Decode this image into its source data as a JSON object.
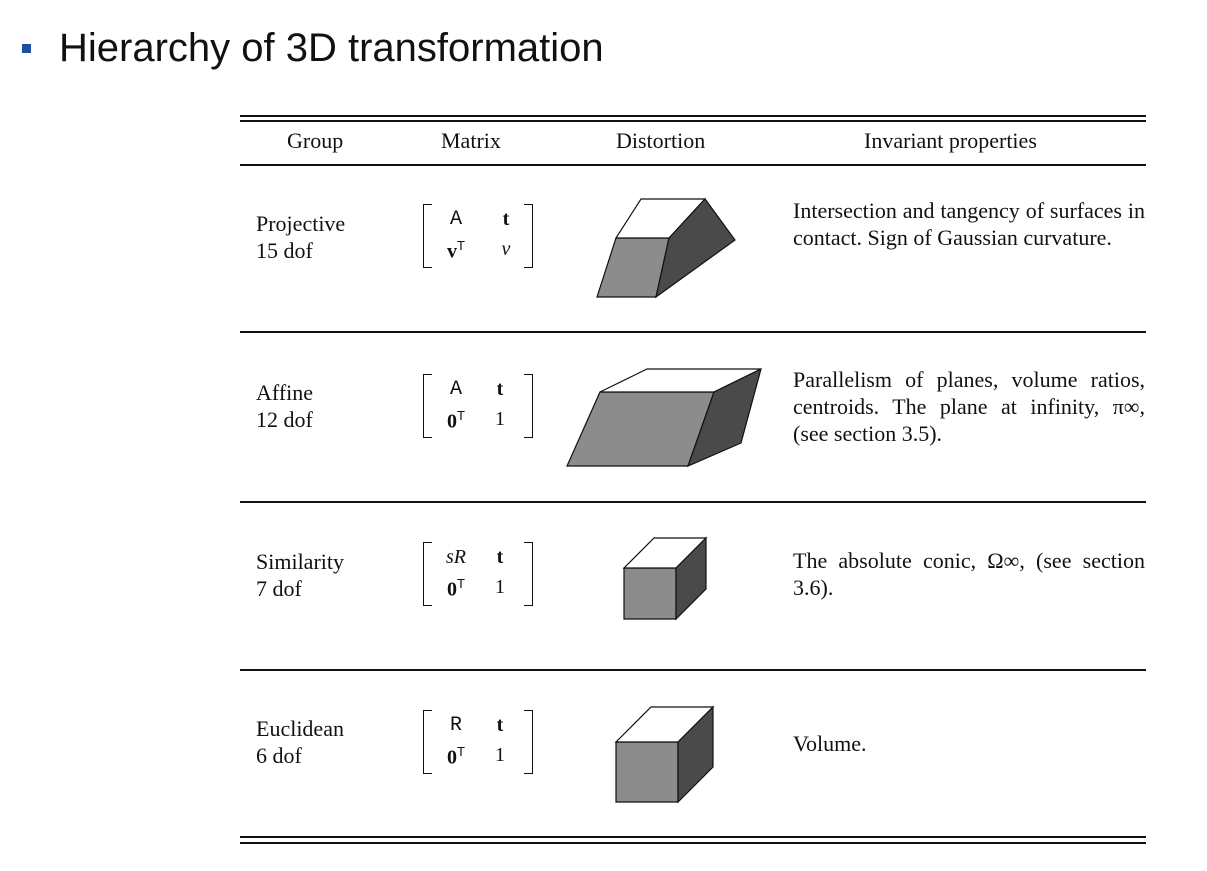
{
  "title": "Hierarchy of 3D transformation",
  "headers": [
    "Group",
    "Matrix",
    "Distortion",
    "Invariant properties"
  ],
  "rows": [
    {
      "group": "Projective",
      "dof": "15 dof",
      "matrix": [
        [
          "A",
          "t"
        ],
        [
          "v",
          "v"
        ]
      ],
      "invariant": "Intersection and tangency of surfaces in contact. Sign of Gaussian curvature."
    },
    {
      "group": "Affine",
      "dof": "12 dof",
      "matrix": [
        [
          "A",
          "t"
        ],
        [
          "0",
          "1"
        ]
      ],
      "invariant": "Parallelism of planes, volume ratios, centroids. The plane at infinity, π∞, (see section 3.5)."
    },
    {
      "group": "Similarity",
      "dof": "7 dof",
      "matrix": [
        [
          "sR",
          "t"
        ],
        [
          "0",
          "1"
        ]
      ],
      "invariant": "The absolute conic, Ω∞, (see section 3.6)."
    },
    {
      "group": "Euclidean",
      "dof": "6 dof",
      "matrix": [
        [
          "R",
          "t"
        ],
        [
          "0",
          "1"
        ]
      ],
      "invariant": "Volume."
    }
  ],
  "transpose_mark": "T",
  "colors": {
    "bullet": "#1f4e9c",
    "front_face": "#8c8c8c",
    "side_face": "#4a4a4a",
    "top_face": "#ffffff"
  },
  "icons": {
    "bullet": "square-bullet-icon"
  }
}
